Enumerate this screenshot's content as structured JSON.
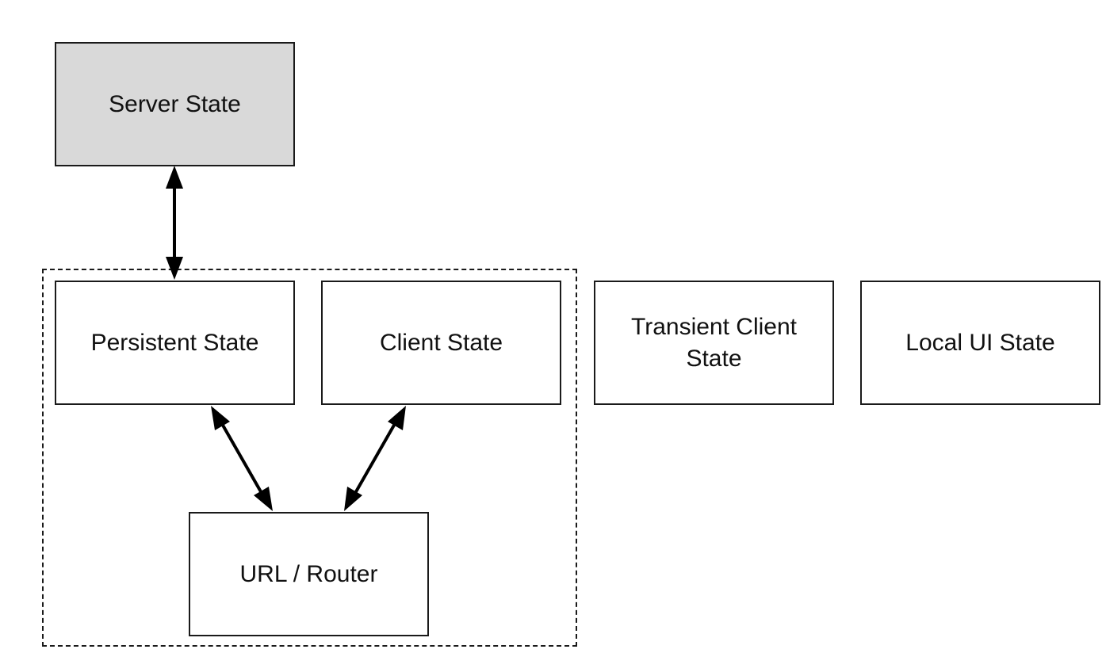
{
  "nodes": {
    "server_state": "Server State",
    "persistent_state": "Persistent State",
    "client_state": "Client State",
    "transient_client_state": "Transient Client\nState",
    "local_ui_state": "Local UI State",
    "url_router": "URL / Router"
  },
  "colors": {
    "server_fill": "#d9d9d9",
    "stroke": "#1a1a1a"
  }
}
